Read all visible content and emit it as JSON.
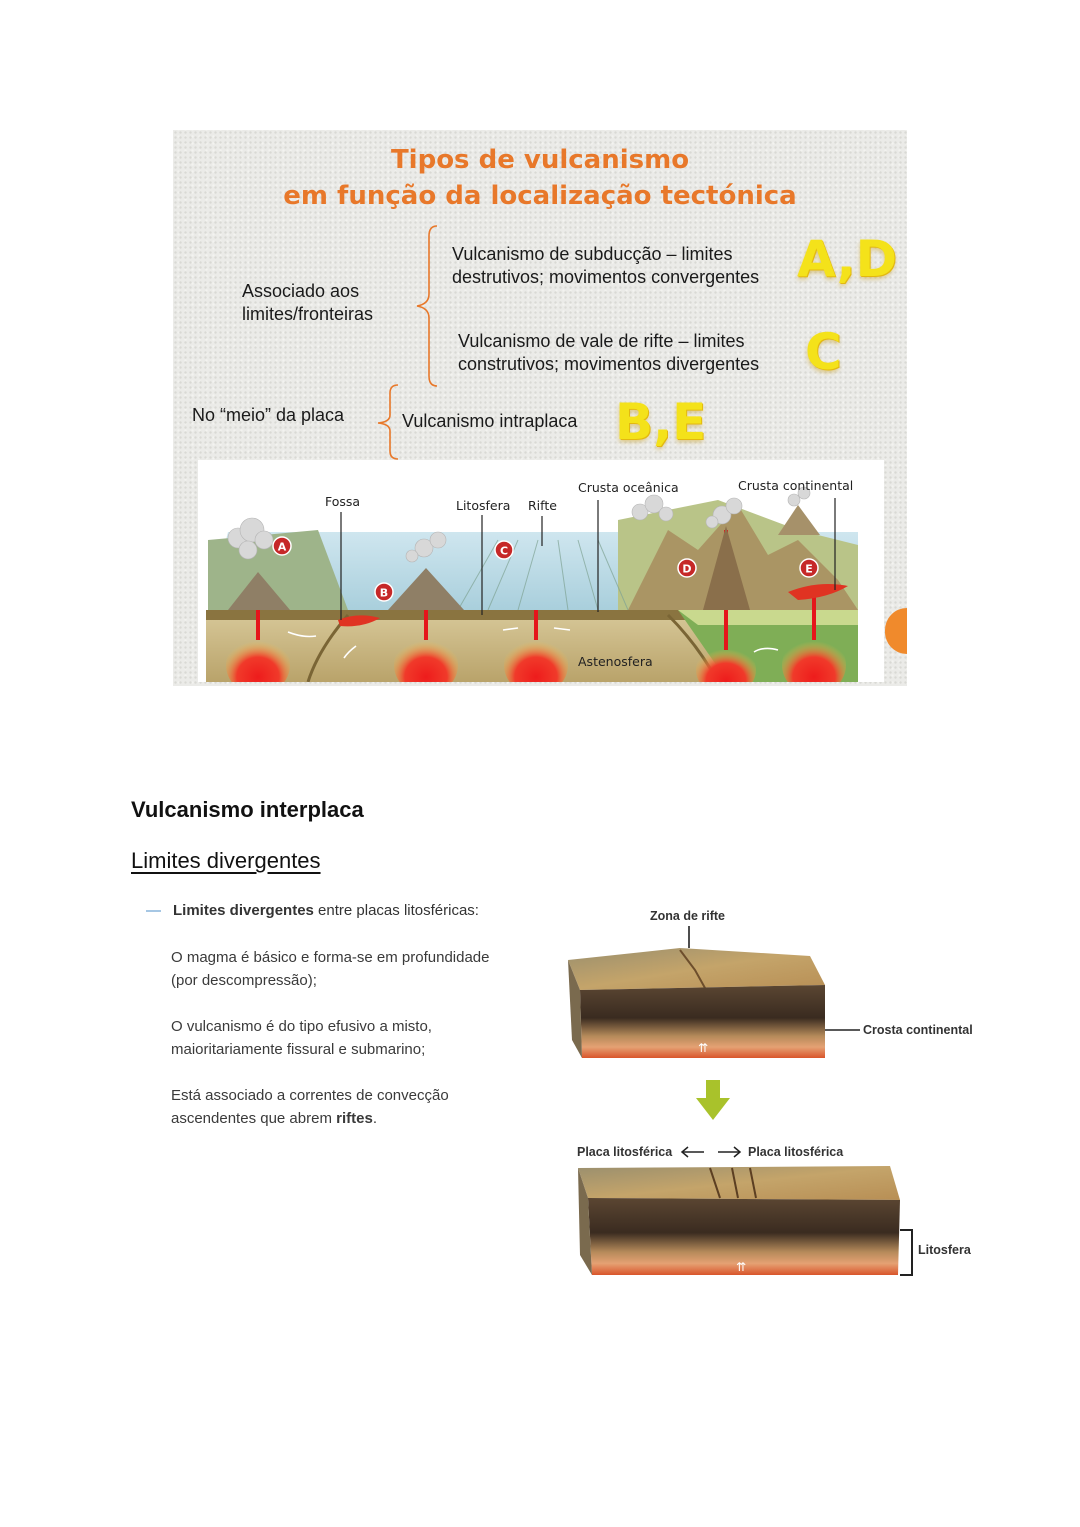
{
  "slide": {
    "title_line1": "Tipos de vulcanismo",
    "title_line2": "em função da localização tectónica",
    "associated_line1": "Associado aos",
    "associated_line2": "limites/fronteiras",
    "subduction_line1": "Vulcanismo de subducção – limites",
    "subduction_line2": "destrutivos; movimentos convergentes",
    "subduction_letters": "A,D",
    "rift_line1": "Vulcanismo de vale de rifte – limites",
    "rift_line2": "construtivos; movimentos divergentes",
    "rift_letters": "C",
    "middle_label": "No “meio” da placa",
    "intraplate_label": "Vulcanismo intraplaca",
    "intraplate_letters": "B,E",
    "diagram": {
      "labels": {
        "fossa": "Fossa",
        "litosfera": "Litosfera",
        "rifte": "Rifte",
        "crusta_oceanica": "Crusta oceânica",
        "crusta_continental": "Crusta continental",
        "astenosfera": "Astenosfera"
      },
      "markers": [
        "A",
        "B",
        "C",
        "D",
        "E"
      ]
    }
  },
  "section": {
    "heading": "Vulcanismo interplaca",
    "subheading": "Limites divergentes",
    "bullet_dash": "—",
    "bullet_bold": "Limites divergentes",
    "bullet_rest": " entre placas litosféricas:",
    "para1_line1": "O magma é básico e forma-se em profundidade",
    "para1_line2": "(por descompressão);",
    "para2_line1": "O vulcanismo é do tipo efusivo a misto,",
    "para2_line2": "maioritariamente fissural e submarino;",
    "para3_line1": "Está associado a correntes de convecção",
    "para3_prefix": "ascendentes que abrem ",
    "para3_bold": "riftes",
    "para3_suffix": "."
  },
  "rift_figure": {
    "zona_de_rifte": "Zona de rifte",
    "crosta_continental": "Crosta continental",
    "placa_left": "Placa litosférica",
    "placa_right": "Placa litosférica",
    "litosfera": "Litosfera"
  }
}
